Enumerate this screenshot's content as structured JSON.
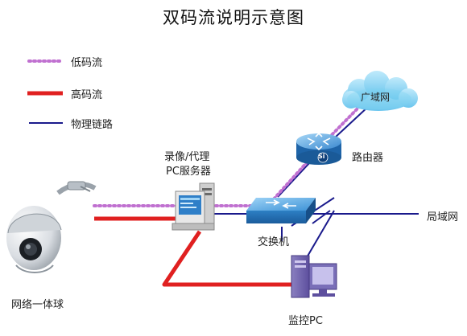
{
  "title": "双码流说明示意图",
  "legend": {
    "low_stream": "低码流",
    "high_stream": "高码流",
    "physical_link": "物理链路"
  },
  "nodes": {
    "wan": "广域网",
    "router": "路由器",
    "router_badge": "Si",
    "recorder_line1": "录像/代理",
    "recorder_line2": "PC服务器",
    "switch": "交换机",
    "lan": "局域网",
    "camera": "网络一体球",
    "monitor_pc": "监控PC"
  },
  "colors": {
    "low_stream": "#c070d0",
    "high_stream": "#e02020",
    "physical_link": "#1a1a8c",
    "cloud": "#7fd4f2",
    "device_blue": "#2f7fc8"
  }
}
